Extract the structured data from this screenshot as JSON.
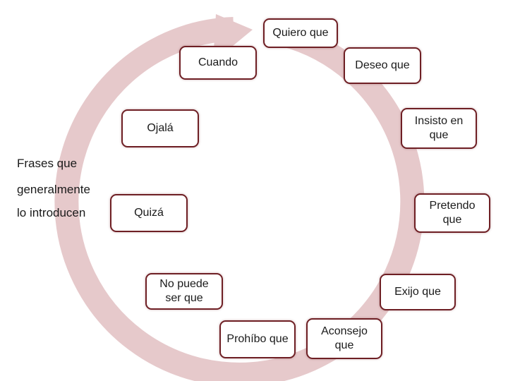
{
  "diagram": {
    "side_label_lines": [
      "Frases que",
      "generalmente",
      "lo introducen"
    ],
    "nodes": [
      {
        "id": "quiero-que",
        "text": "Quiero que"
      },
      {
        "id": "cuando",
        "text": "Cuando"
      },
      {
        "id": "deseo-que",
        "text": "Deseo que"
      },
      {
        "id": "ojala",
        "text": "Ojalá"
      },
      {
        "id": "insisto-en-que",
        "text": "Insisto en que"
      },
      {
        "id": "quiza",
        "text": "Quizá"
      },
      {
        "id": "pretendo-que",
        "text": "Pretendo que"
      },
      {
        "id": "no-puede-ser-que",
        "text": "No puede ser que"
      },
      {
        "id": "exijo-que",
        "text": "Exijo que"
      },
      {
        "id": "prohibo-que",
        "text": "Prohíbo que"
      },
      {
        "id": "aconsejo-que",
        "text": "Aconsejo que"
      }
    ]
  },
  "colors": {
    "ring": "#e6c9cb",
    "node_border": "#6e1f24",
    "node_fill": "#ffffff"
  }
}
